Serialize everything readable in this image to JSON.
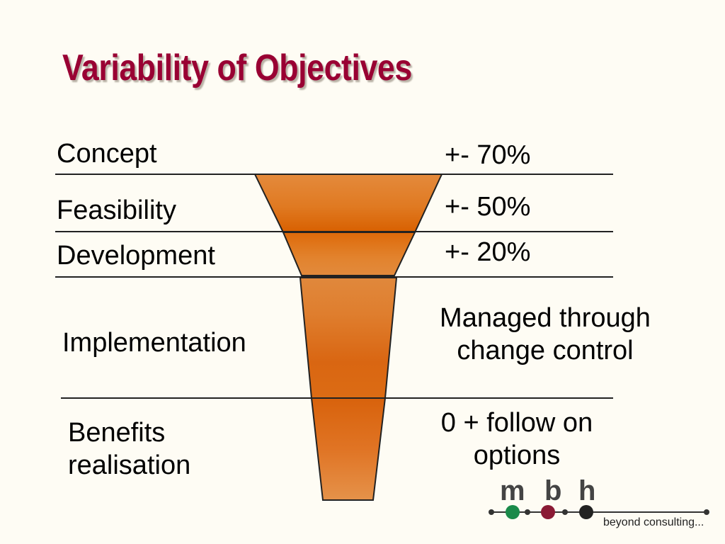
{
  "title": "Variability of Objectives",
  "stages": [
    {
      "name": "Concept",
      "variability": "+- 70%"
    },
    {
      "name": "Feasibility",
      "variability": "+- 50%"
    },
    {
      "name": "Development",
      "variability": "+- 20%"
    },
    {
      "name": "Implementation",
      "variability": "Managed through change control"
    },
    {
      "name": "Benefits realisation",
      "variability": "0 + follow on options"
    }
  ],
  "display": {
    "implementation_right_line1": "Managed through",
    "implementation_right_line2": "change control",
    "benefits_left_line1": "Benefits",
    "benefits_left_line2": "realisation",
    "benefits_right_line1": "0 + follow on",
    "benefits_right_line2": "options"
  },
  "logo": {
    "letters": [
      "m",
      "b",
      "h"
    ],
    "tagline": "beyond consulting...",
    "dot_colors": [
      "#1a8a4a",
      "#8a1a35",
      "#222222"
    ]
  },
  "colors": {
    "title": "#990033",
    "funnel": "#e06a10",
    "background": "#fefcf4"
  }
}
